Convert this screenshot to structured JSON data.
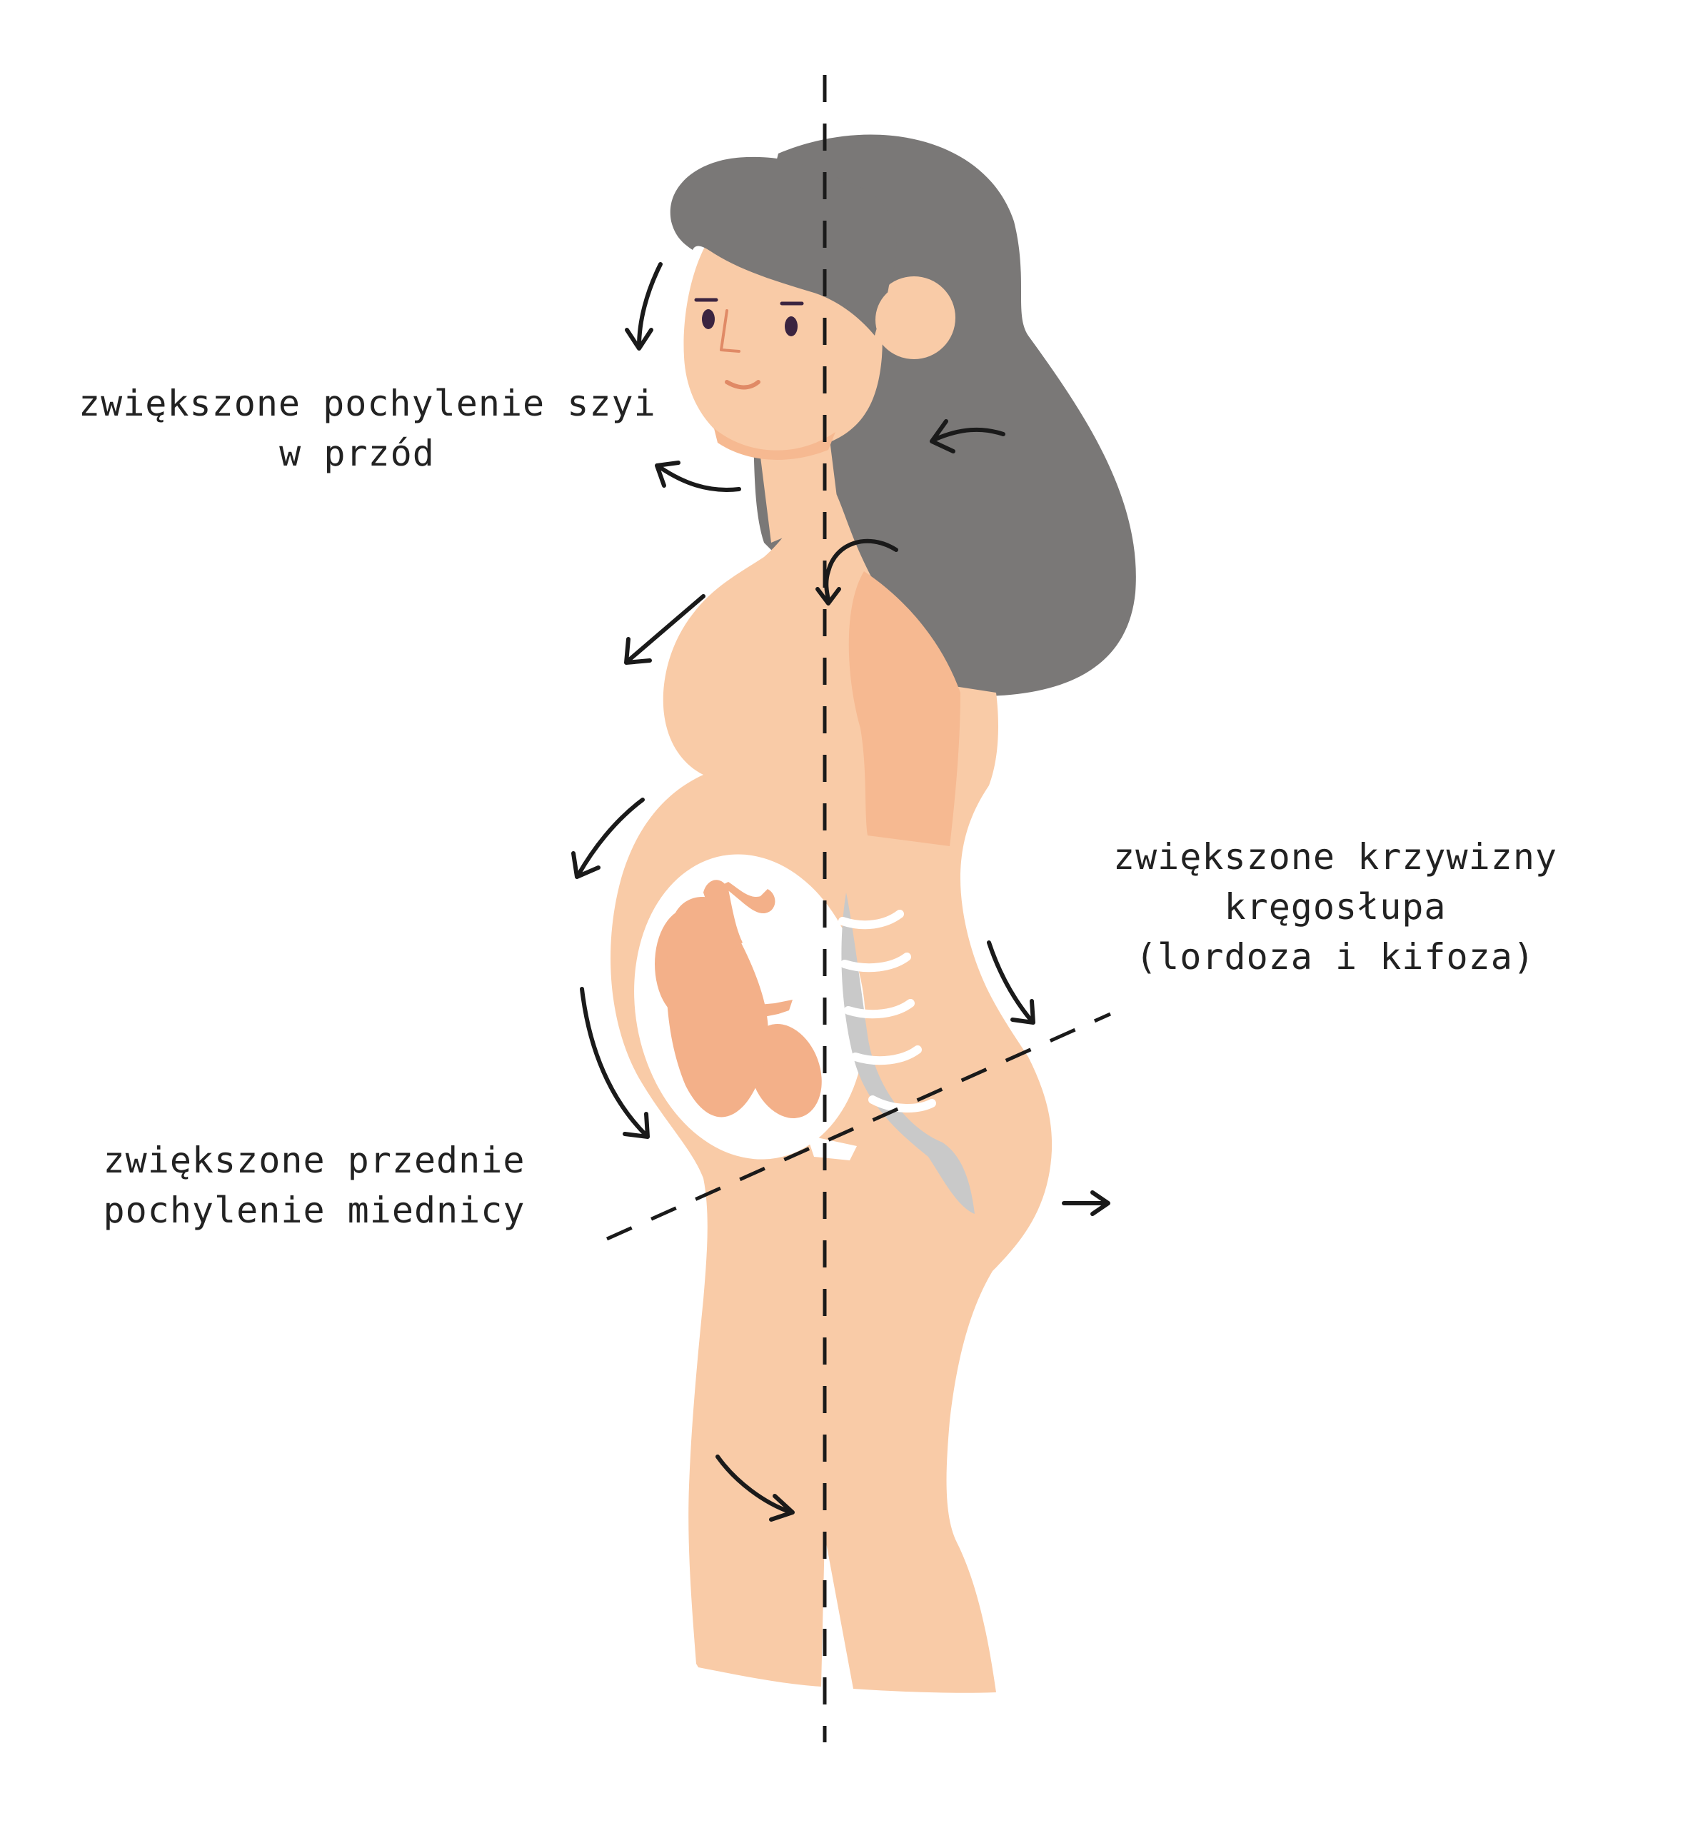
{
  "labels": {
    "neck_line1": "zwiększone pochylenie szyi",
    "neck_line2": "w przód",
    "spine_line1": "zwiększone krzywizny",
    "spine_line2": "kręgosłupa",
    "spine_line3": "(lordoza i kifoza)",
    "pelvis_line1": "zwiększone przednie",
    "pelvis_line2": "pochylenie miednicy"
  },
  "colors": {
    "skin": "#F9CBA7",
    "skin_shadow": "#F6B991",
    "hair": "#7A7877",
    "spine": "#C9C9C9",
    "womb": "#FFFFFF",
    "fetus": "#F3B089",
    "lines": "#1A1A1A"
  }
}
